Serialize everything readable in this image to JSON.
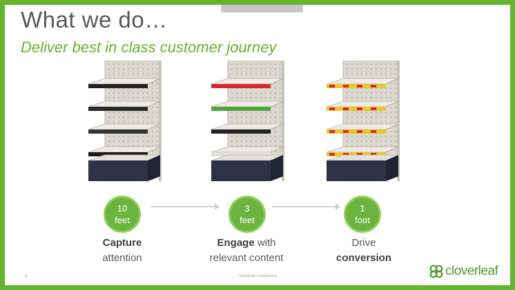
{
  "slide": {
    "title": "What we do…",
    "subtitle": "Deliver best in class customer journey",
    "page_number": "6",
    "confidential": "Cloverleaf Confidential",
    "logo_text": "cloverleaf",
    "brand_color": "#64b42d"
  },
  "steps": [
    {
      "num": "10",
      "unit": "feet",
      "line1_bold": "Capture",
      "line1_rest": "",
      "line2_rest": "attention",
      "line2_bold": ""
    },
    {
      "num": "3",
      "unit": "feet",
      "line1_bold": "Engage",
      "line1_rest": " with",
      "line2_rest": "relevant content",
      "line2_bold": ""
    },
    {
      "num": "1",
      "unit": "foot",
      "line1_bold": "",
      "line1_rest": "Drive",
      "line2_rest": "",
      "line2_bold": "conversion"
    }
  ],
  "shelves": [
    {
      "label": "shelf-unit-10-feet",
      "strip_colors": [
        "#222222",
        "#2a2a2a",
        "#333333",
        "#1a1a1a"
      ]
    },
    {
      "label": "shelf-unit-3-feet",
      "strip_colors": [
        "#d8262e",
        "#4ea33a",
        "#222222",
        "#e0e0e0"
      ]
    },
    {
      "label": "shelf-unit-1-foot",
      "strip_colors": [
        "#e8c72a",
        "#e8c72a",
        "#e8c72a",
        "#e8c72a"
      ]
    }
  ]
}
